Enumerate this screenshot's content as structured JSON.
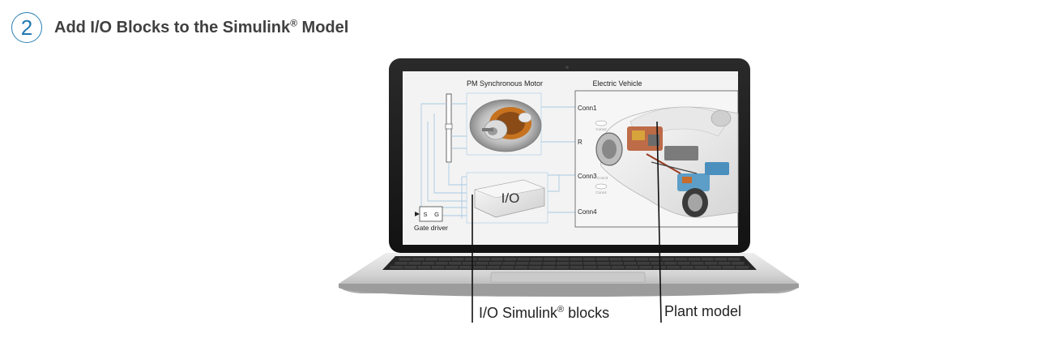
{
  "header": {
    "step_number": "2",
    "title_part1": "Add I/O Blocks to the Simulink",
    "registered_mark": "®",
    "title_part2": " Model"
  },
  "model": {
    "motor_title": "PM Synchronous Motor",
    "vehicle_title": "Electric Vehicle",
    "io_label": "I/O",
    "gate_driver_label": "Gate driver",
    "gate_port_s": "S",
    "gate_port_g": "G",
    "port_conn1": "Conn1",
    "port_r": "R",
    "port_conn3": "Conn3",
    "port_conn4": "Conn4",
    "small_port_conn2": "Conn2",
    "small_port_conn3": "Conn3",
    "small_port_conn4": "Conn4"
  },
  "callouts": {
    "io_text_part1": "I/O Simulink",
    "io_registered": "®",
    "io_text_part2": " blocks",
    "plant_text": "Plant model"
  },
  "colors": {
    "accent": "#1f78b4",
    "laptop_bezel": "#1b1b1b",
    "laptop_body": "#d9d9d9",
    "keyboard": "#2a2a2a",
    "screen_bg": "#f3f3f3"
  }
}
